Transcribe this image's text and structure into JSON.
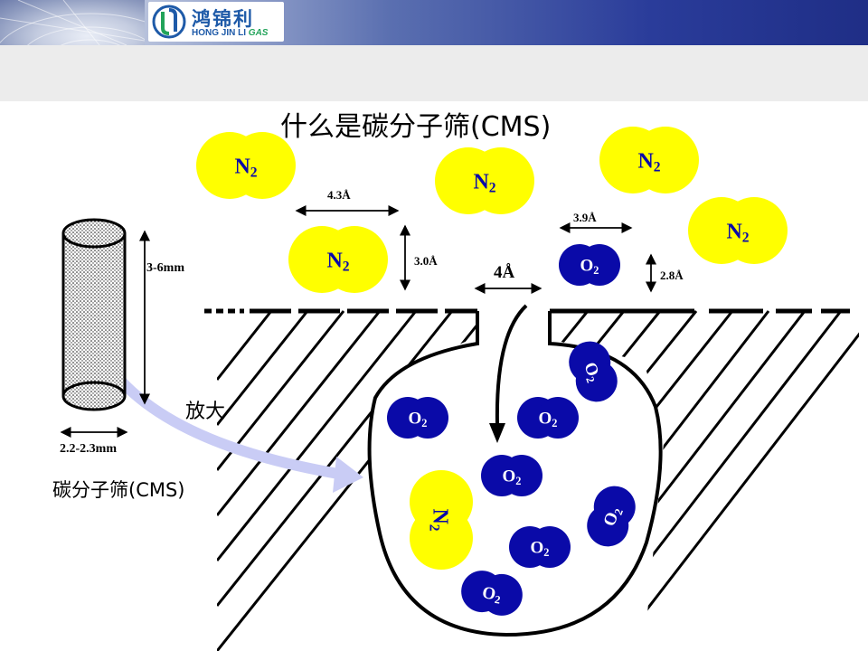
{
  "header": {
    "logo_cn": "鸿锦利",
    "logo_en": "HONG JIN LI",
    "logo_gas": "GAS"
  },
  "slide": {
    "title": "什么是碳分子筛(CMS)",
    "pellet_caption": "碳分子筛(CMS)",
    "pellet_length": "3-6mm",
    "pellet_diameter": "2.2-2.3mm",
    "magnify_label": "放大",
    "n2_width": "4.3Å",
    "n2_height": "3.0Å",
    "o2_width": "3.9Å",
    "o2_height": "2.8Å",
    "pore_width": "4Å"
  },
  "molecules": {
    "n2": {
      "label": "N",
      "sub": "2",
      "fill": "#ffff00"
    },
    "o2": {
      "label": "O",
      "sub": "2",
      "fill": "#0a0aa8"
    }
  },
  "colors": {
    "n2_fill": "#ffff00",
    "o2_fill": "#0a0aa8",
    "o2_text": "#ffffff",
    "n2_text": "#0a0aa8",
    "magnify_arrow": "#c9ccf5"
  }
}
